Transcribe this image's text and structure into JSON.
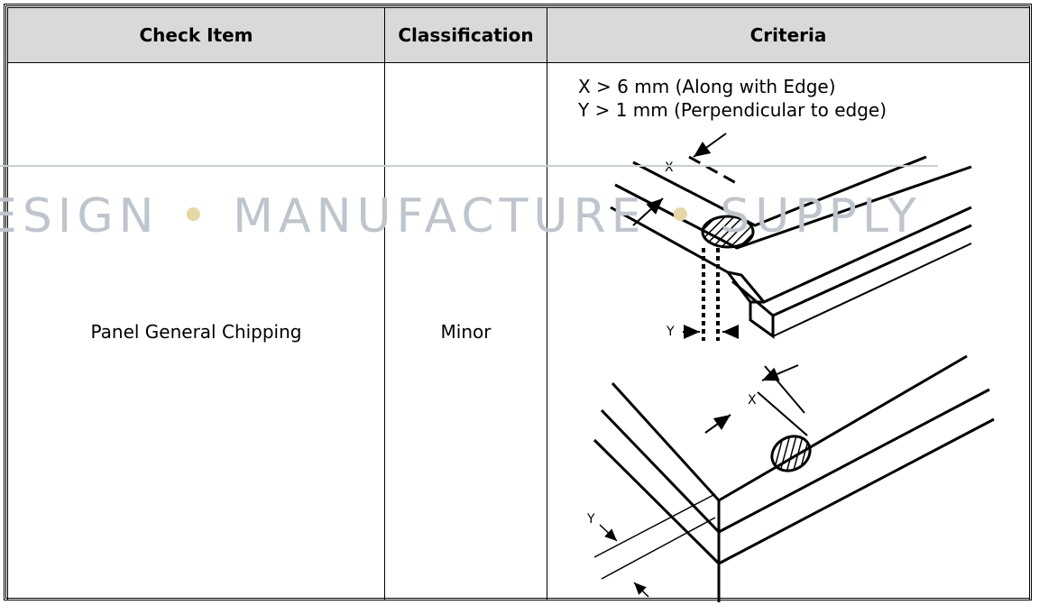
{
  "table": {
    "headers": [
      "Check Item",
      "Classification",
      "Criteria"
    ],
    "row": {
      "check_item": "Panel General Chipping",
      "classification": "Minor",
      "criteria": [
        "X > 6 mm (Along with Edge)",
        "Y > 1 mm (Perpendicular to edge)"
      ]
    }
  },
  "diagram": {
    "top_labels": {
      "x": "X",
      "y": "Y"
    },
    "bottom_labels": {
      "x": "X",
      "y": "Y"
    }
  },
  "watermark": {
    "parts": [
      "ESIGN",
      "•",
      "MANUFACTURE",
      "•",
      "SUPPLY"
    ]
  }
}
